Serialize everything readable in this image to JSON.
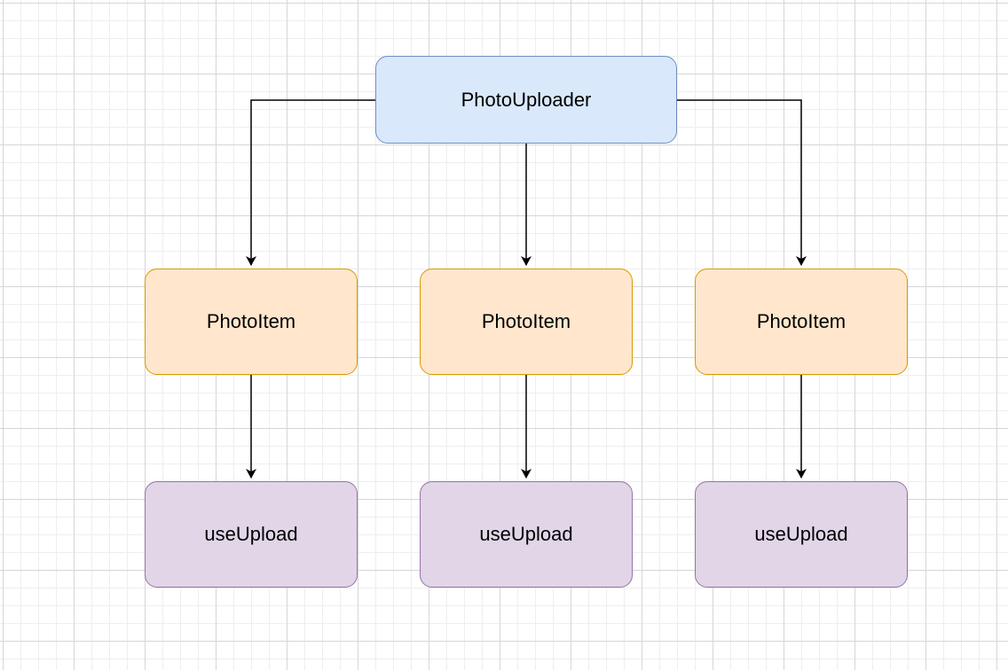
{
  "diagram": {
    "root": {
      "label": "PhotoUploader"
    },
    "items": [
      {
        "label": "PhotoItem"
      },
      {
        "label": "PhotoItem"
      },
      {
        "label": "PhotoItem"
      }
    ],
    "hooks": [
      {
        "label": "useUpload"
      },
      {
        "label": "useUpload"
      },
      {
        "label": "useUpload"
      }
    ],
    "edges": [
      {
        "from": "PhotoUploader",
        "to": "PhotoItem 1"
      },
      {
        "from": "PhotoUploader",
        "to": "PhotoItem 2"
      },
      {
        "from": "PhotoUploader",
        "to": "PhotoItem 3"
      },
      {
        "from": "PhotoItem 1",
        "to": "useUpload 1"
      },
      {
        "from": "PhotoItem 2",
        "to": "useUpload 2"
      },
      {
        "from": "PhotoItem 3",
        "to": "useUpload 3"
      }
    ]
  },
  "colors": {
    "root_fill": "#dae8fc",
    "root_stroke": "#6c8ebf",
    "item_fill": "#ffe6cc",
    "item_stroke": "#d79b00",
    "hook_fill": "#e1d5e7",
    "hook_stroke": "#9673a6",
    "edge": "#000000"
  }
}
